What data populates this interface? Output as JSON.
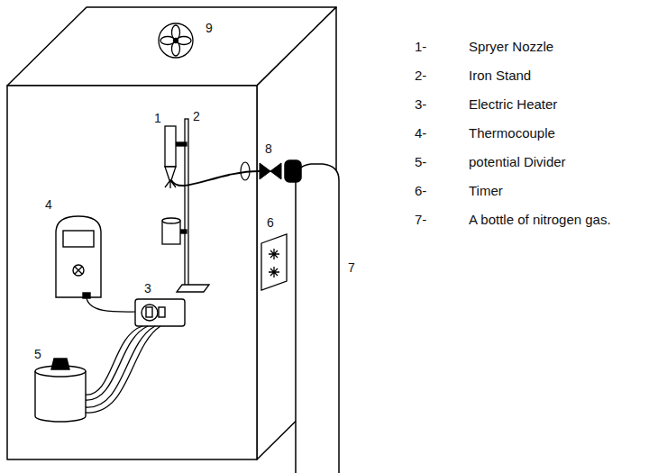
{
  "diagram": {
    "labels": [
      "9",
      "1",
      "2",
      "4",
      "8",
      "3",
      "6",
      "7",
      "5",
      "1-",
      "Spryer Nozzle",
      "2-",
      "Iron Stand",
      "3-",
      "Electric Heater",
      "4-",
      "Thermocouple",
      "5-",
      "potential Divider",
      "6-",
      "Timer",
      "7-",
      "A bottle of nitrogen gas."
    ]
  }
}
